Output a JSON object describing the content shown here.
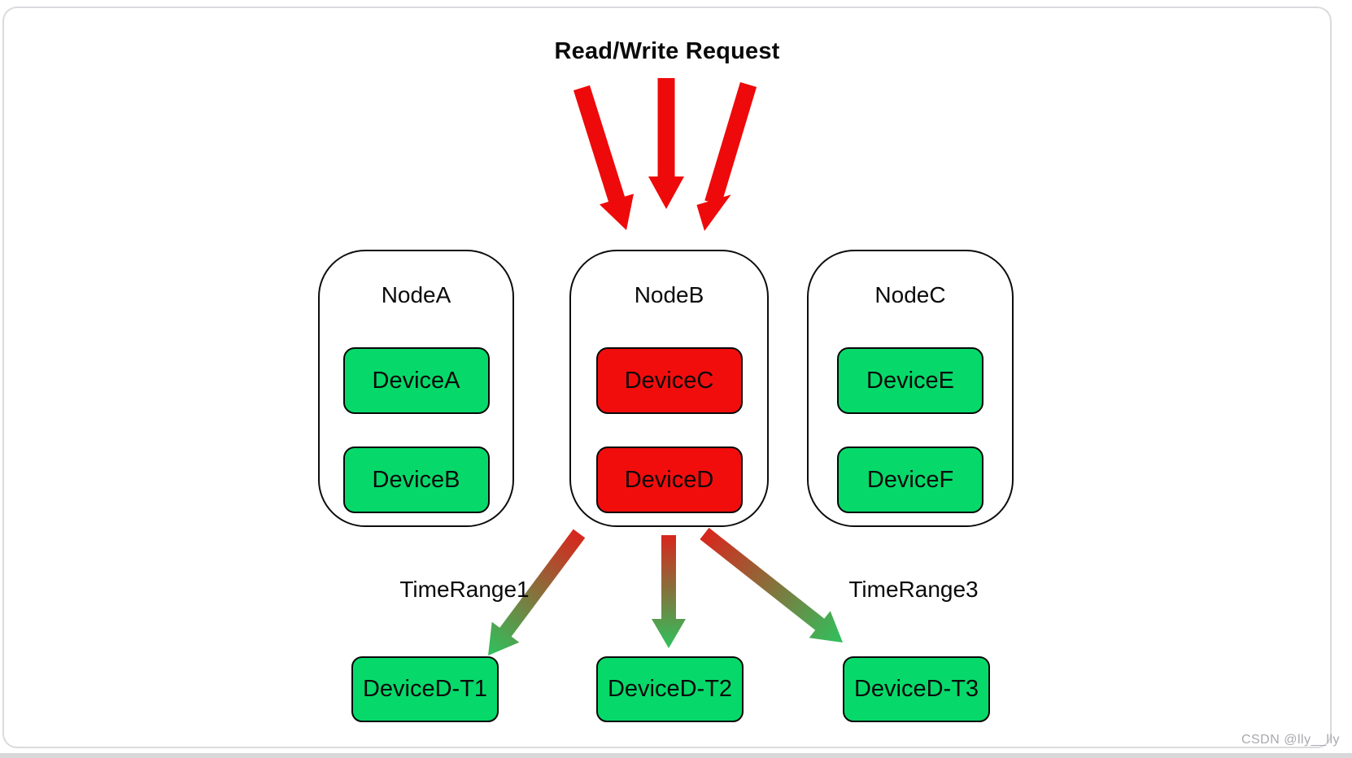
{
  "title": "Read/Write Request",
  "watermark": "CSDN @lly__lly",
  "colors": {
    "device_up_green": "#06d96a",
    "device_down_red": "#f20d0d",
    "request_arrow_red": "#ee0a0a",
    "gradient_arrow_start_red": "#d8261d",
    "gradient_arrow_end_green": "#2ec25d",
    "box_border_black": "#070707",
    "frame_border_gray": "#dbdbdf",
    "bottom_strip_gray": "#d8d8da"
  },
  "nodes": [
    {
      "label": "NodeA",
      "devices": [
        {
          "label": "DeviceA",
          "fill": "#06d96a"
        },
        {
          "label": "DeviceB",
          "fill": "#06d96a"
        }
      ]
    },
    {
      "label": "NodeB",
      "devices": [
        {
          "label": "DeviceC",
          "fill": "#f20d0d"
        },
        {
          "label": "DeviceD",
          "fill": "#f20d0d"
        }
      ]
    },
    {
      "label": "NodeC",
      "devices": [
        {
          "label": "DeviceE",
          "fill": "#06d96a"
        },
        {
          "label": "DeviceF",
          "fill": "#06d96a"
        }
      ]
    }
  ],
  "time_range_labels": {
    "left": "TimeRange1",
    "right": "TimeRange3"
  },
  "shards": [
    {
      "label": "DeviceD-T1",
      "fill": "#06d96a"
    },
    {
      "label": "DeviceD-T2",
      "fill": "#06d96a"
    },
    {
      "label": "DeviceD-T3",
      "fill": "#06d96a"
    }
  ]
}
